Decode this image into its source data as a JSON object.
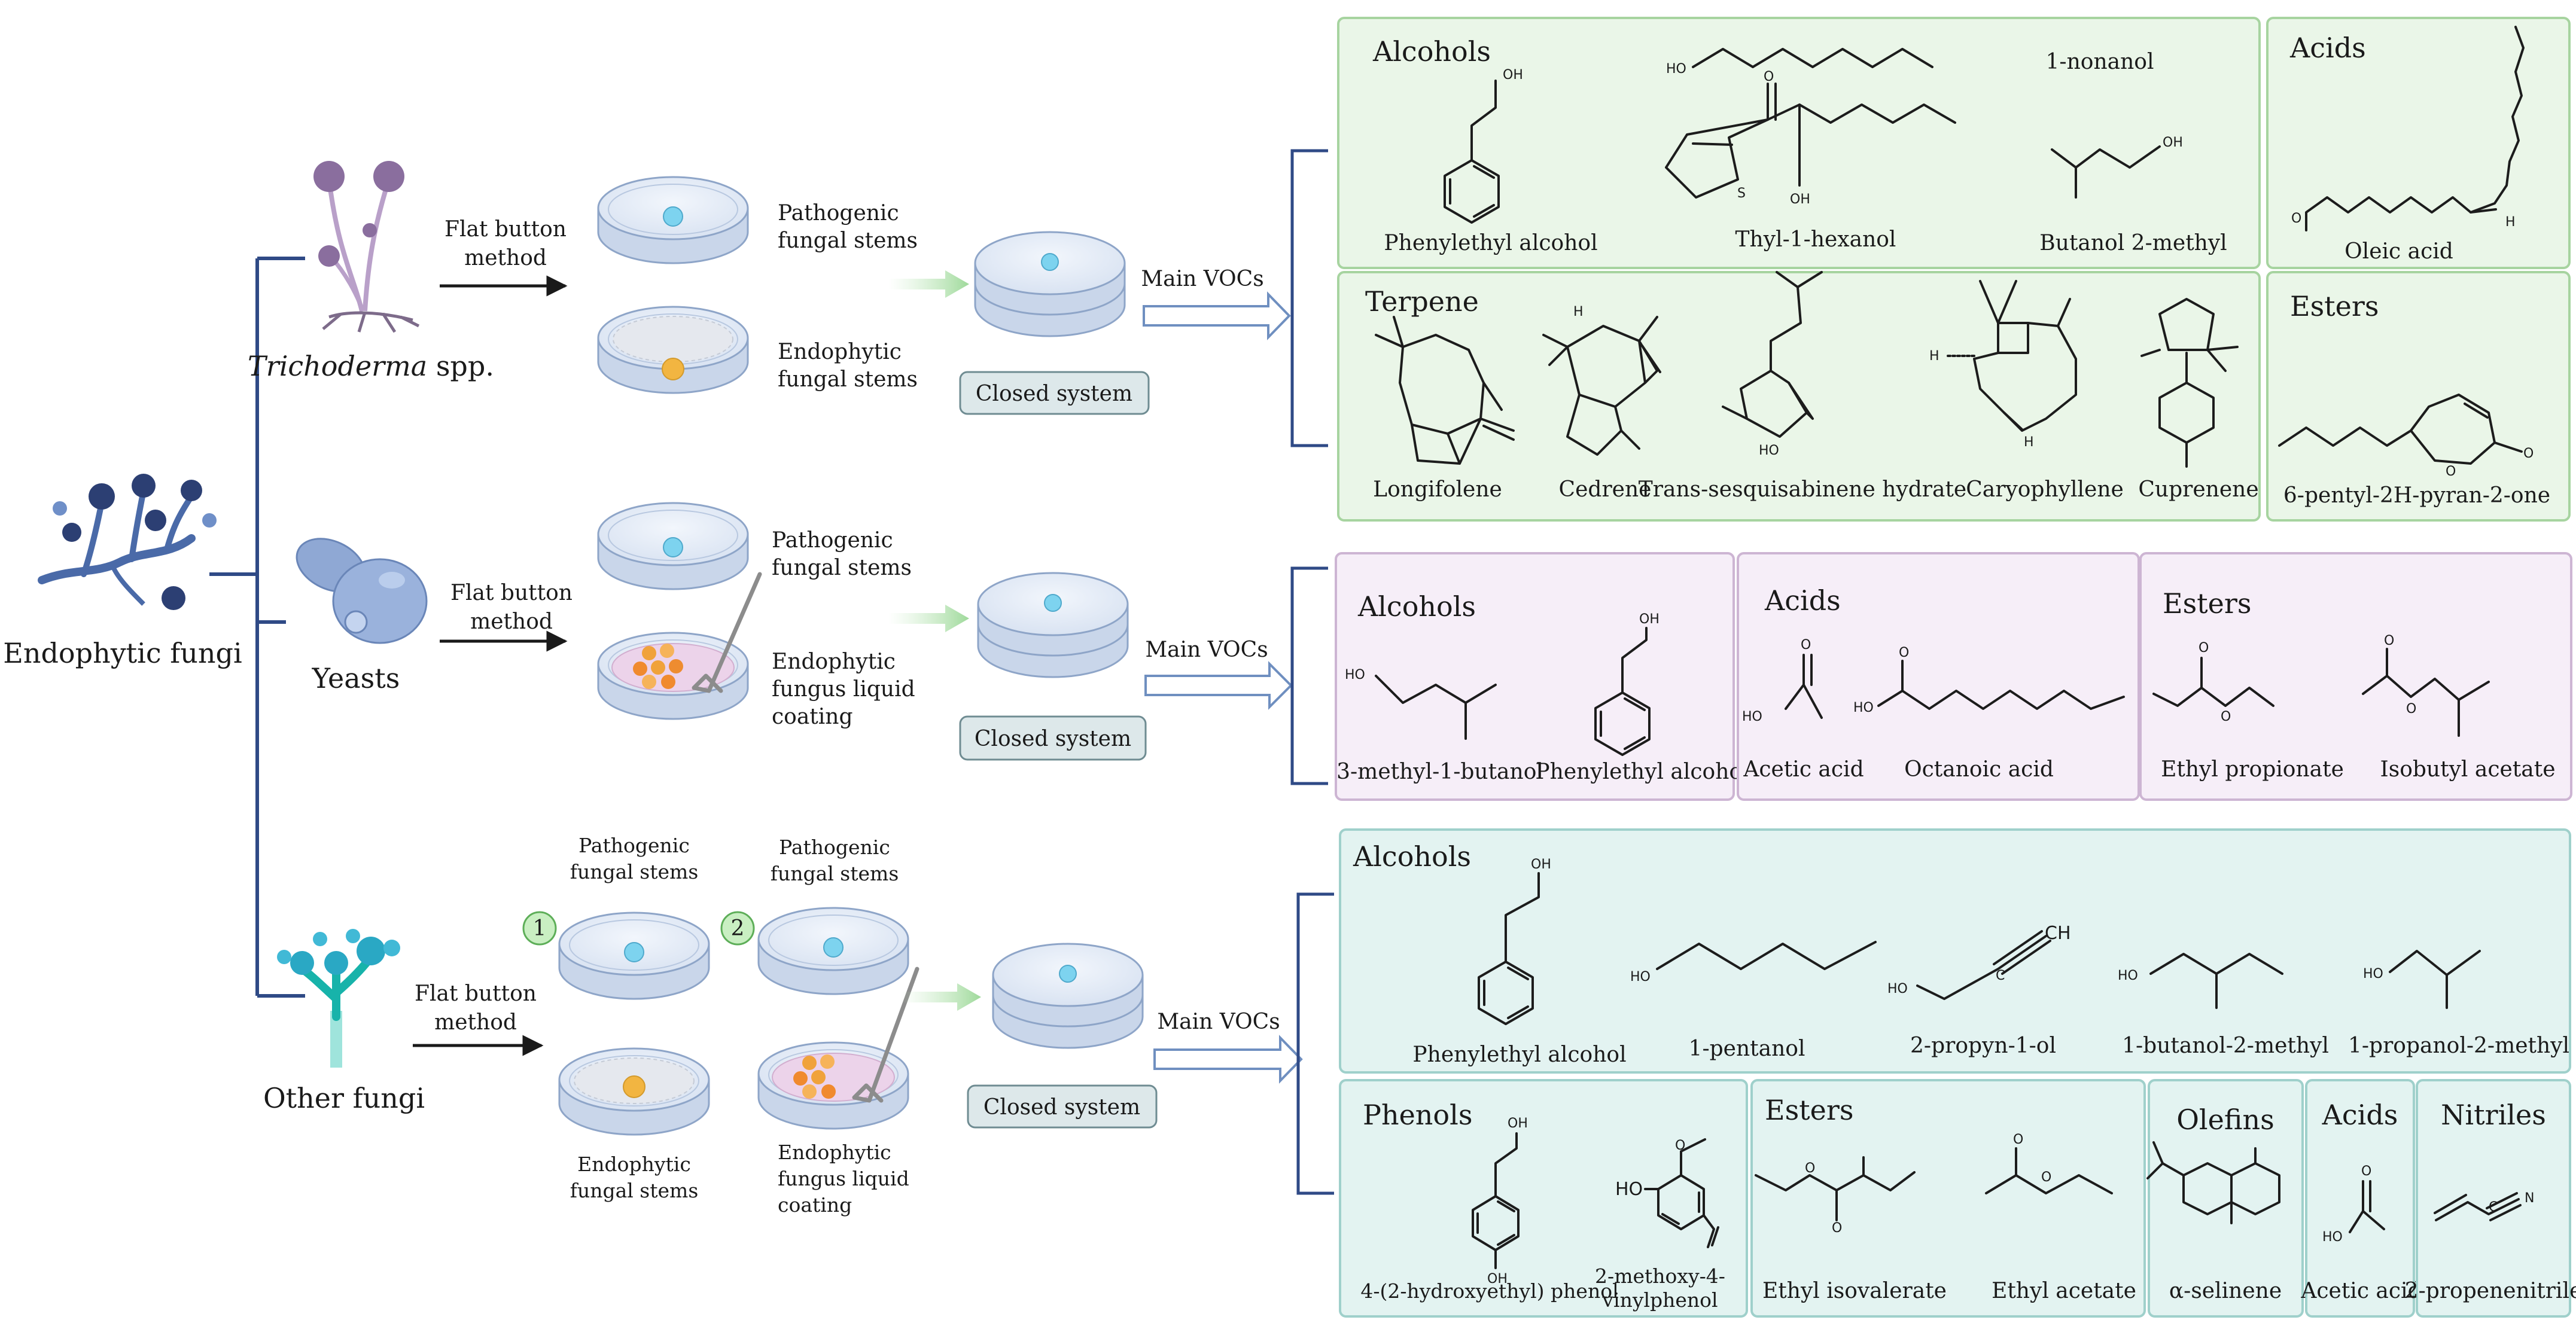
{
  "colors": {
    "tree_line": "#2f4a86",
    "green_panel": "#eaf6e8",
    "green_border": "#a7d4a0",
    "purple_panel": "#f6eef8",
    "purple_border": "#cdb5d3",
    "teal_panel": "#e3f3f1",
    "teal_border": "#9fd0cb"
  },
  "root": {
    "label": "Endophytic fungi"
  },
  "branches": [
    {
      "organism": "Trichoderma spp.",
      "organism_italic": "Trichoderma",
      "organism_rest": " spp.",
      "method": [
        "Flat button",
        "method"
      ],
      "dish_top": [
        "Pathogenic",
        "fungal stems"
      ],
      "dish_bottom": [
        "Endophytic",
        "fungal stems"
      ],
      "system": "Closed system",
      "arrow_label": "Main VOCs"
    },
    {
      "organism": "Yeasts",
      "method": [
        "Flat button",
        "method"
      ],
      "dish_top": [
        "Pathogenic",
        "fungal stems"
      ],
      "dish_bottom": [
        "Endophytic",
        "fungus liquid",
        "coating"
      ],
      "system": "Closed system",
      "arrow_label": "Main VOCs"
    },
    {
      "organism": "Other fungi",
      "method": [
        "Flat button",
        "method"
      ],
      "option1_marker": "1",
      "option2_marker": "2",
      "option1_top": [
        "Pathogenic",
        "fungal stems"
      ],
      "option1_bottom": [
        "Endophytic",
        "fungal stems"
      ],
      "option2_top": [
        "Pathogenic",
        "fungal stems"
      ],
      "option2_bottom": [
        "Endophytic",
        "fungus liquid",
        "coating"
      ],
      "system": "Closed system",
      "arrow_label": "Main VOCs"
    }
  ],
  "voc_panels": {
    "trichoderma": {
      "alcohols": {
        "title": "Alcohols",
        "compounds": [
          "Phenylethyl alcohol",
          "Thyl-1-hexanol",
          "1-nonanol",
          "Butanol 2-methyl"
        ]
      },
      "acids": {
        "title": "Acids",
        "compounds": [
          "Oleic acid"
        ]
      },
      "terpene": {
        "title": "Terpene",
        "compounds": [
          "Longifolene",
          "Cedrene",
          "Trans-sesquisabinene hydrate",
          "Caryophyllene",
          "Cuprenene"
        ]
      },
      "esters": {
        "title": "Esters",
        "compounds": [
          "6-pentyl-2H-pyran-2-one"
        ]
      }
    },
    "yeasts": {
      "alcohols": {
        "title": "Alcohols",
        "compounds": [
          "3-methyl-1-butanol",
          "Phenylethyl alcohol"
        ]
      },
      "acids": {
        "title": "Acids",
        "compounds": [
          "Acetic acid",
          "Octanoic acid"
        ]
      },
      "esters": {
        "title": "Esters",
        "compounds": [
          "Ethyl propionate",
          "Isobutyl acetate"
        ]
      }
    },
    "other": {
      "alcohols": {
        "title": "Alcohols",
        "compounds": [
          "Phenylethyl alcohol",
          "1-pentanol",
          "2-propyn-1-ol",
          "1-butanol-2-methyl",
          "1-propanol-2-methyl"
        ]
      },
      "phenols": {
        "title": "Phenols",
        "compounds": [
          "4-(2-hydroxyethyl) phenol"
        ],
        "compound2": [
          "2-methoxy-4-",
          "vinylphenol"
        ]
      },
      "esters": {
        "title": "Esters",
        "compounds": [
          "Ethyl isovalerate",
          "Ethyl acetate"
        ]
      },
      "olefins": {
        "title": "Olefins",
        "compounds": [
          "α-selinene"
        ]
      },
      "acids": {
        "title": "Acids",
        "compounds": [
          "Acetic acid"
        ]
      },
      "nitriles": {
        "title": "Nitriles",
        "compounds": [
          "2-propenenitrile"
        ]
      }
    }
  },
  "atoms": {
    "oh": "OH",
    "ho": "HO",
    "o": "O",
    "s": "S",
    "h": "H",
    "n": "N",
    "ch": "CH",
    "c": "C"
  }
}
